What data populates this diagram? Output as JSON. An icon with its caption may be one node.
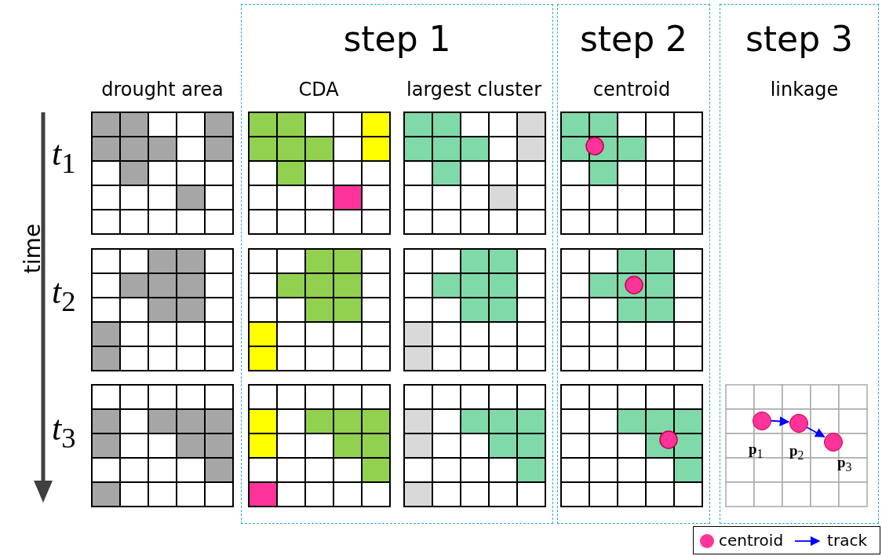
{
  "diagram": {
    "nodes": [
      {
        "text": [
          "step 1"
        ]
      },
      {
        "text": [
          "step 2"
        ]
      },
      {
        "text": [
          "step 3"
        ]
      },
      {
        "text": [],
        "shape": "circle",
        "in": 2,
        "beside": [
          "**p**$_{1}$"
        ]
      },
      {
        "text": [],
        "shape": "circle",
        "in": 2,
        "beside": [
          "**p**$_{2}$"
        ]
      },
      {
        "text": [],
        "shape": "circle",
        "in": 2,
        "beside": [
          "**p**$_{3}$"
        ]
      }
    ],
    "edges": [
      {
        "from": 3,
        "to": 4,
        "arrow": "to",
        "color": "#0000ff"
      },
      {
        "from": 4,
        "to": 5,
        "arrow": "to",
        "color": "#0000ff"
      }
    ],
    "labels": [
      "drought area",
      "CDA",
      "largest cluster",
      "centroid",
      "linkage",
      "time",
      "*t*$_{1}$",
      "*t*$_{2}$",
      "*t*$_{3}$"
    ],
    "legend": [
      {
        "text": "centroid",
        "color": "#ff3399"
      },
      {
        "text": "track"
      }
    ]
  }
}
